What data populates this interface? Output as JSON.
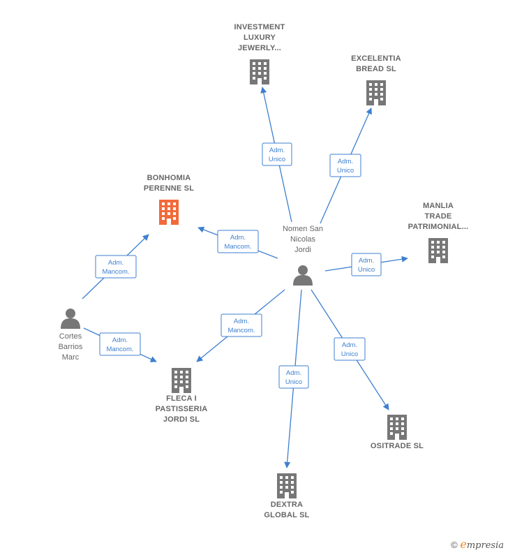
{
  "center_person": {
    "id": "nomen",
    "lines": [
      "Nomen San",
      "Nicolas",
      "Jordi"
    ]
  },
  "other_person": {
    "id": "cortes",
    "lines": [
      "Cortes",
      "Barrios",
      "Marc"
    ]
  },
  "companies": [
    {
      "id": "investment",
      "lines": [
        "INVESTMENT",
        "LUXURY",
        "JEWERLY..."
      ],
      "highlight": false
    },
    {
      "id": "excelentia",
      "lines": [
        "EXCELENTIA",
        "BREAD  SL"
      ],
      "highlight": false
    },
    {
      "id": "bonhomia",
      "lines": [
        "BONHOMIA",
        "PERENNE  SL"
      ],
      "highlight": true
    },
    {
      "id": "manlia",
      "lines": [
        "MANLIA",
        "TRADE",
        "PATRIMONIAL..."
      ],
      "highlight": false
    },
    {
      "id": "fleca",
      "lines": [
        "FLECA I",
        "PASTISSERIA",
        "JORDI  SL"
      ],
      "highlight": false
    },
    {
      "id": "ositrade",
      "lines": [
        "OSITRADE  SL"
      ],
      "highlight": false
    },
    {
      "id": "dextra",
      "lines": [
        "DEXTRA",
        "GLOBAL SL"
      ],
      "highlight": false
    }
  ],
  "relations": [
    {
      "from": "nomen",
      "to": "investment",
      "label": [
        "Adm.",
        "Unico"
      ]
    },
    {
      "from": "nomen",
      "to": "excelentia",
      "label": [
        "Adm.",
        "Unico"
      ]
    },
    {
      "from": "nomen",
      "to": "bonhomia",
      "label": [
        "Adm.",
        "Mancom."
      ]
    },
    {
      "from": "nomen",
      "to": "manlia",
      "label": [
        "Adm.",
        "Unico"
      ]
    },
    {
      "from": "nomen",
      "to": "fleca",
      "label": [
        "Adm.",
        "Mancom."
      ]
    },
    {
      "from": "nomen",
      "to": "ositrade",
      "label": [
        "Adm.",
        "Unico"
      ]
    },
    {
      "from": "nomen",
      "to": "dextra",
      "label": [
        "Adm.",
        "Unico"
      ]
    },
    {
      "from": "cortes",
      "to": "bonhomia",
      "label": [
        "Adm.",
        "Mancom."
      ]
    },
    {
      "from": "cortes",
      "to": "fleca",
      "label": [
        "Adm.",
        "Mancom."
      ]
    }
  ],
  "colors": {
    "edge": "#3d7fcf",
    "building": "#777777",
    "building_highlight": "#f26a3b",
    "person": "#777777"
  },
  "footer": {
    "copyright": "©",
    "brand_initial": "e",
    "brand_rest": "mpresia"
  }
}
